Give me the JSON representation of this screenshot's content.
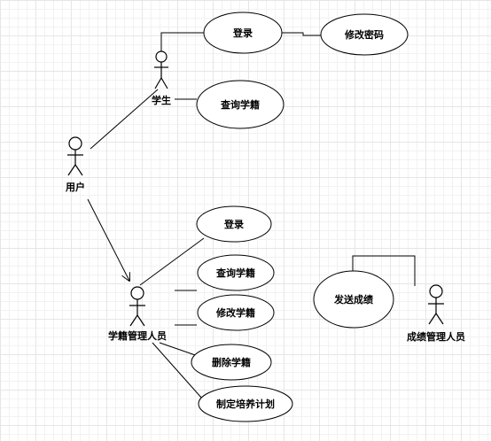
{
  "actors": {
    "user": "用户",
    "student": "学生",
    "registrar": "学籍管理人员",
    "grade_admin": "成绩管理人员"
  },
  "use_cases": {
    "student_login": "登录",
    "change_password": "修改密码",
    "student_query": "查询学籍",
    "registrar_login": "登录",
    "registrar_query": "查询学籍",
    "registrar_modify": "修改学籍",
    "registrar_delete": "删除学籍",
    "training_plan": "制定培养计划",
    "send_grades": "发送成绩"
  }
}
